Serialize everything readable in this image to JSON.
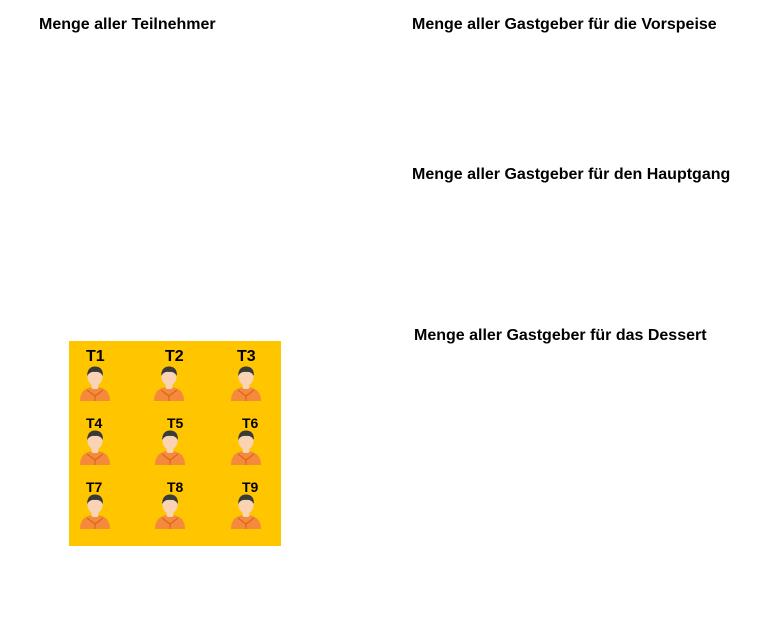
{
  "headings": {
    "all_participants": "Menge aller Teilnehmer",
    "hosts_starter": "Menge aller Gastgeber für die Vorspeise",
    "hosts_main": "Menge aller Gastgeber für den Hauptgang",
    "hosts_dessert": "Menge aller Gastgeber für das Dessert"
  },
  "participants": [
    {
      "label": "T1",
      "icon": "person-icon"
    },
    {
      "label": "T2",
      "icon": "person-icon"
    },
    {
      "label": "T3",
      "icon": "person-icon"
    },
    {
      "label": "T4",
      "icon": "person-icon"
    },
    {
      "label": "T5",
      "icon": "person-icon"
    },
    {
      "label": "T6",
      "icon": "person-icon"
    },
    {
      "label": "T7",
      "icon": "person-icon"
    },
    {
      "label": "T8",
      "icon": "person-icon"
    },
    {
      "label": "T9",
      "icon": "person-icon"
    }
  ],
  "colors": {
    "participant_box": "#FFC600",
    "shirt": "#F58A3C",
    "skin": "#FAD2B4",
    "hair": "#3A3A3A"
  }
}
